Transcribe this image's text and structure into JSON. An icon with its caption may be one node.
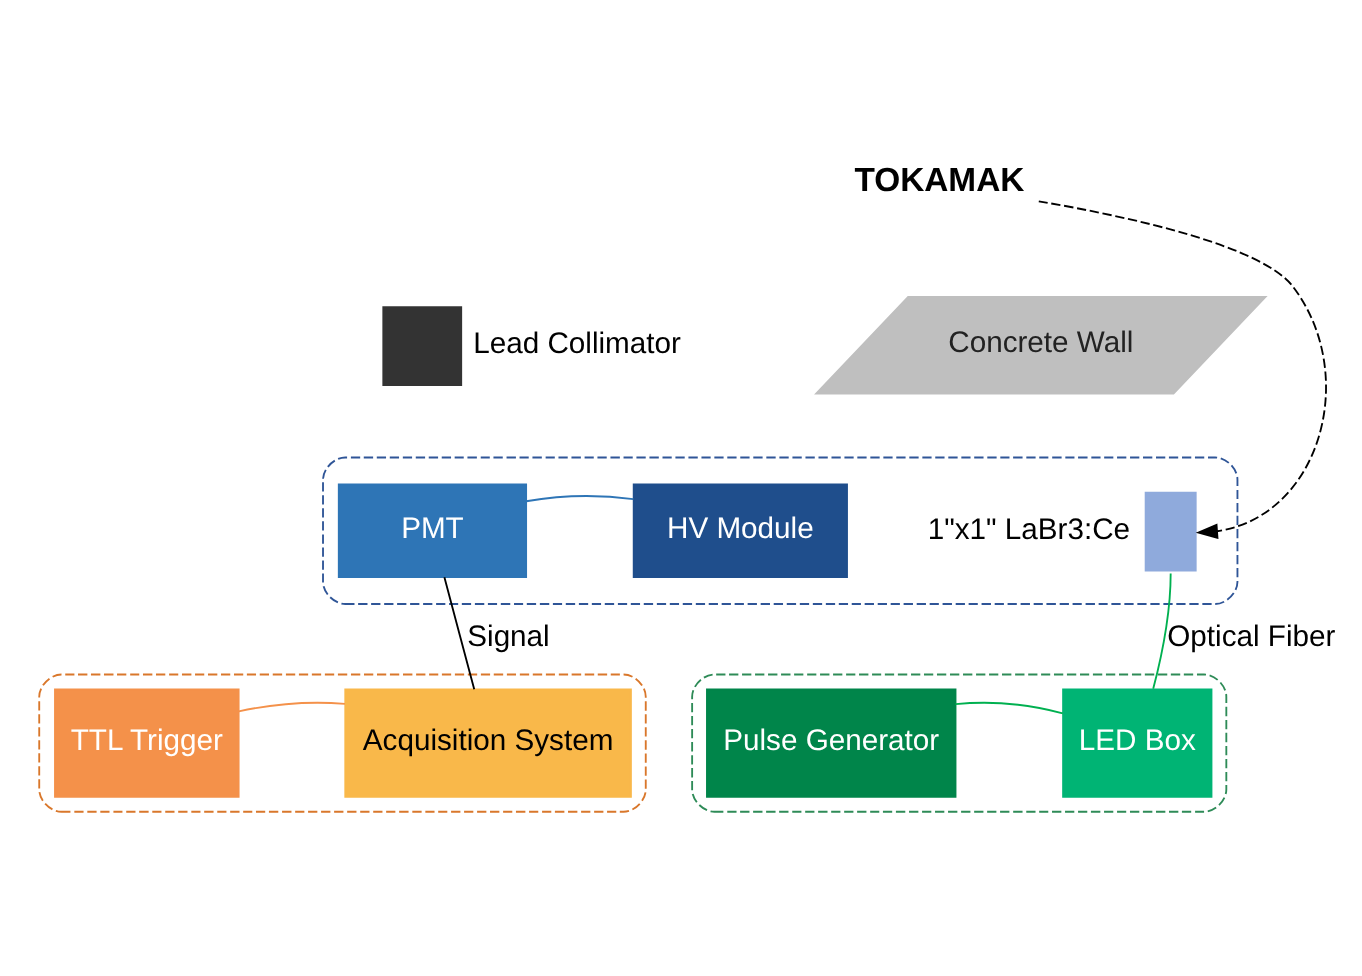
{
  "diagram": {
    "nodes": [
      {
        "text": [
          "TOKAMAK"
        ]
      },
      {
        "text": [
          "Concrete Wall"
        ]
      },
      {
        "text": [],
        "shape": "box",
        "beside": [
          "Lead Collimator"
        ]
      },
      {
        "text": [],
        "shape": "box"
      },
      {
        "text": [],
        "shape": "box",
        "beside": [
          "1\"x1\" LaBr3:Ce"
        ],
        "in": 3
      },
      {
        "text": [
          "PMT"
        ],
        "in": 3
      },
      {
        "text": [
          "HV Module"
        ],
        "in": 3
      },
      {
        "text": [],
        "shape": "box"
      },
      {
        "text": [
          "Pulse Generator"
        ],
        "in": 7
      },
      {
        "text": [
          "LED Box"
        ],
        "in": 7
      },
      {
        "text": [],
        "shape": "box"
      },
      {
        "text": [
          "TTL Trigger"
        ],
        "in": 10
      },
      {
        "text": [
          "Acquisition System"
        ],
        "in": 10
      }
    ],
    "edges": [
      {
        "from": 0,
        "to": 4,
        "arrow": "to",
        "style": "dashed"
      },
      {
        "from": 5,
        "to": 6,
        "arrow": "none",
        "color": "#2e75b6"
      },
      {
        "from": 9,
        "to": 4,
        "arrow": "none",
        "label": "Optical Fiber",
        "color": "#00b050"
      },
      {
        "from": 8,
        "to": 9,
        "arrow": "none",
        "color": "#00b050"
      },
      {
        "from": 5,
        "to": 12,
        "arrow": "none",
        "label": "Signal"
      },
      {
        "from": 11,
        "to": 12,
        "arrow": "none",
        "color": "#f4914a"
      }
    ]
  }
}
